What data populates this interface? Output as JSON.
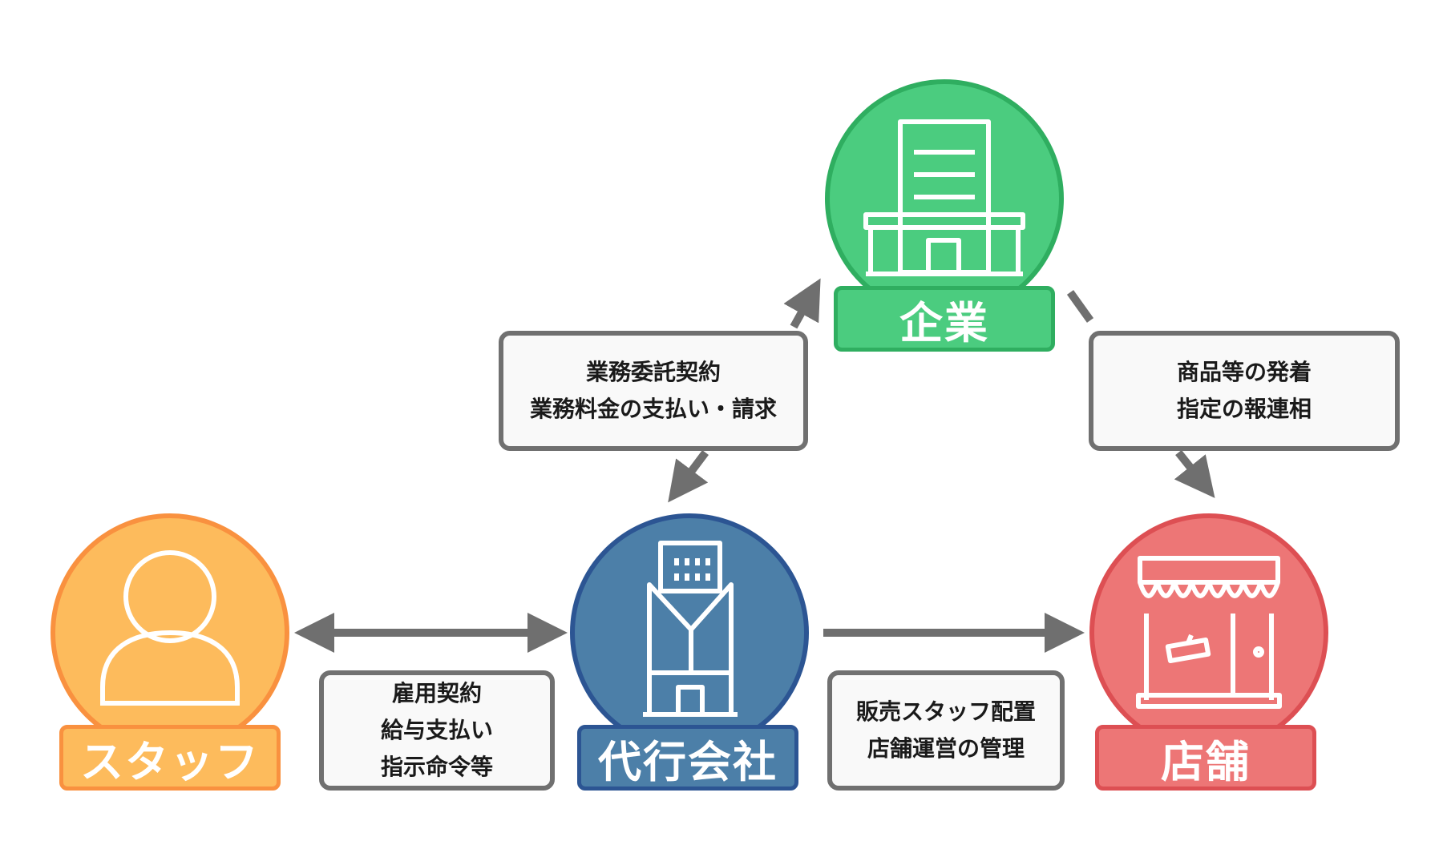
{
  "nodes": {
    "company": {
      "label": "企業",
      "color": "#4bcc7f",
      "border": "#2fae60"
    },
    "agency": {
      "label": "代行会社",
      "color": "#4c7fa8",
      "border": "#2c5593"
    },
    "staff": {
      "label": "スタッフ",
      "color": "#fdbb5c",
      "border": "#f9913f"
    },
    "store": {
      "label": "店舗",
      "color": "#ed7676",
      "border": "#dd4f53"
    }
  },
  "relations": {
    "company_agency": {
      "lines": [
        "業務委託契約",
        "業務料金の支払い・請求"
      ]
    },
    "company_store": {
      "lines": [
        "商品等の発着",
        "指定の報連相"
      ]
    },
    "staff_agency": {
      "lines": [
        "雇用契約",
        "給与支払い",
        "指示命令等"
      ]
    },
    "agency_store": {
      "lines": [
        "販売スタッフ配置",
        "店舗運営の管理"
      ]
    }
  },
  "colors": {
    "arrow": "#6f6f6f",
    "box_border": "#707070",
    "box_fill": "#f9f9f9"
  }
}
